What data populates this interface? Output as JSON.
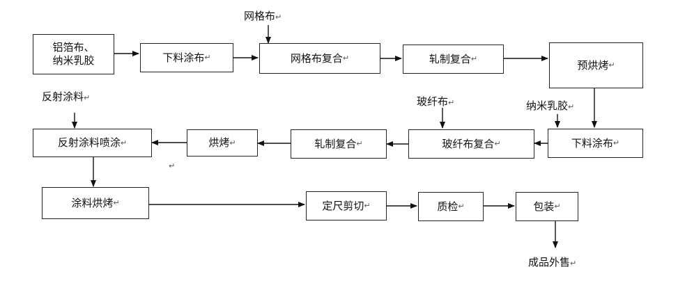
{
  "diagram": {
    "return_mark": "↵",
    "nodes": {
      "aluminum_nano": {
        "line1": "铝箔布、",
        "line2": "纳米乳胶"
      },
      "feed_coat_1": "下料涂布",
      "mesh_compound": "网格布复合",
      "roll_compound_1": "轧制复合",
      "pre_bake": "预烘烤",
      "feed_coat_2": "下料涂布",
      "glassfiber_compound": "玻纤布复合",
      "roll_compound_2": "轧制复合",
      "bake": "烘烤",
      "reflect_spray": "反射涂料喷涂",
      "coating_bake": "涂料烘烤",
      "cut_to_size": "定尺剪切",
      "quality_check": "质检",
      "packaging": "包装"
    },
    "inputs": {
      "mesh_cloth": "网格布",
      "nano_latex": "纳米乳胶",
      "glass_fiber": "玻纤布",
      "reflect_paint": "反射涂料"
    },
    "output": "成品外售"
  }
}
